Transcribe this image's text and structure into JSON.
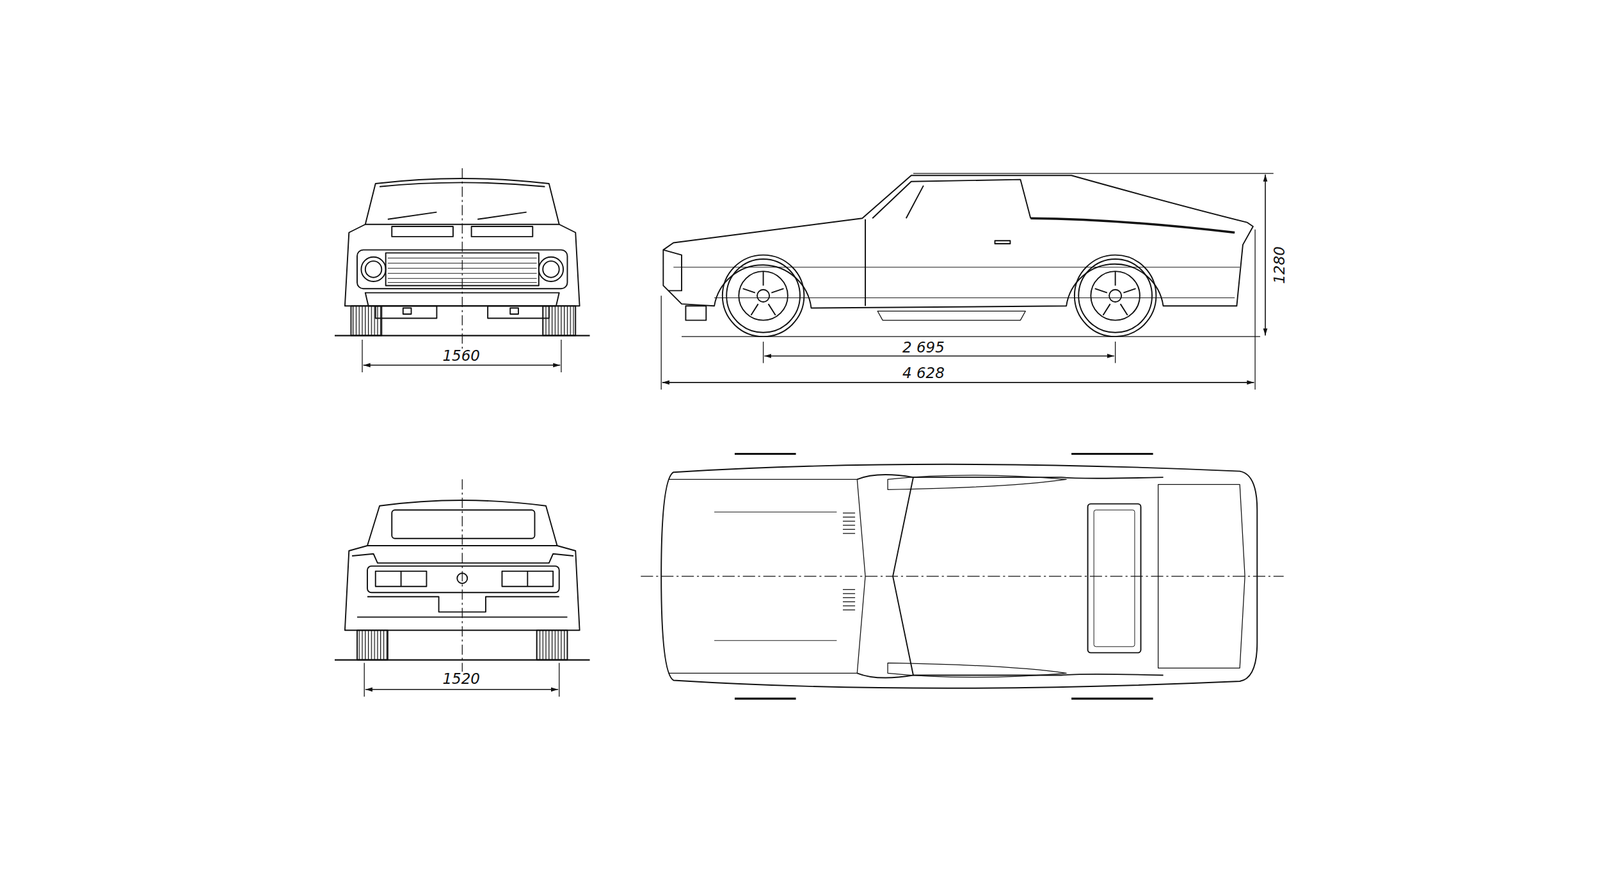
{
  "diagram": {
    "labels": [
      "1560",
      "2 695",
      "4 628",
      "1280",
      "1520"
    ]
  }
}
